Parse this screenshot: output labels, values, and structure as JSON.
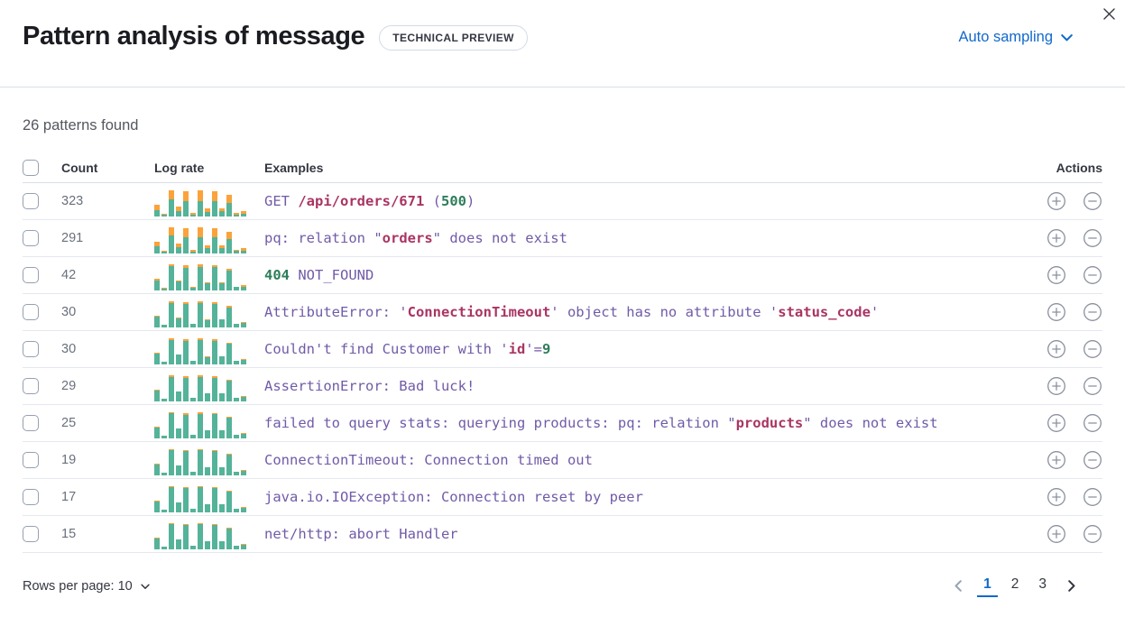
{
  "header": {
    "title": "Pattern analysis of message",
    "badge": "TECHNICAL PREVIEW",
    "sampling": "Auto sampling"
  },
  "summary": "26 patterns found",
  "table": {
    "columns": {
      "count": "Count",
      "log_rate": "Log rate",
      "examples": "Examples",
      "actions": "Actions"
    },
    "rows": [
      {
        "count": "323",
        "example": [
          [
            "GET ",
            "k"
          ],
          [
            "/api/orders/671",
            "v"
          ],
          [
            " (",
            "k"
          ],
          [
            "500",
            "n"
          ],
          [
            ")",
            "k"
          ]
        ],
        "spark": {
          "g": [
            7,
            2,
            19,
            6,
            17,
            2,
            17,
            5,
            17,
            6,
            15,
            2,
            3
          ],
          "o": [
            6,
            1,
            10,
            5,
            11,
            2,
            12,
            4,
            11,
            3,
            9,
            2,
            3
          ]
        }
      },
      {
        "count": "291",
        "example": [
          [
            "pq: relation \"",
            "k"
          ],
          [
            "orders",
            "v"
          ],
          [
            "\" does not exist",
            "k"
          ]
        ],
        "spark": {
          "g": [
            8,
            2,
            20,
            7,
            18,
            2,
            18,
            6,
            18,
            6,
            16,
            3,
            3
          ],
          "o": [
            5,
            1,
            9,
            4,
            10,
            2,
            11,
            3,
            10,
            3,
            8,
            1,
            3
          ]
        }
      },
      {
        "count": "42",
        "example": [
          [
            "404",
            "n"
          ],
          [
            " NOT_FOUND",
            "k"
          ]
        ],
        "spark": {
          "g": [
            11,
            2,
            27,
            10,
            25,
            3,
            26,
            8,
            26,
            8,
            22,
            4,
            4
          ],
          "o": [
            2,
            1,
            2,
            1,
            3,
            1,
            3,
            1,
            2,
            1,
            2,
            0,
            2
          ]
        }
      },
      {
        "count": "30",
        "example": [
          [
            "AttributeError: '",
            "k"
          ],
          [
            "ConnectionTimeout",
            "v"
          ],
          [
            "' object has no attribute '",
            "k"
          ],
          [
            "status_code",
            "v"
          ],
          [
            "'",
            "k"
          ]
        ],
        "spark": {
          "g": [
            12,
            3,
            27,
            10,
            26,
            4,
            27,
            8,
            26,
            9,
            22,
            4,
            5
          ],
          "o": [
            1,
            0,
            2,
            1,
            2,
            0,
            2,
            1,
            2,
            0,
            2,
            0,
            1
          ]
        }
      },
      {
        "count": "30",
        "example": [
          [
            "Couldn't find Customer with '",
            "k"
          ],
          [
            "id",
            "v"
          ],
          [
            "'=",
            "k"
          ],
          [
            "9",
            "n"
          ]
        ],
        "spark": {
          "g": [
            12,
            3,
            27,
            11,
            26,
            4,
            27,
            8,
            26,
            9,
            23,
            4,
            5
          ],
          "o": [
            1,
            0,
            2,
            0,
            2,
            0,
            2,
            1,
            2,
            0,
            1,
            0,
            1
          ]
        }
      },
      {
        "count": "29",
        "example": [
          [
            "AssertionError: Bad luck!",
            "k"
          ]
        ],
        "spark": {
          "g": [
            12,
            3,
            27,
            11,
            26,
            4,
            27,
            9,
            26,
            9,
            23,
            4,
            5
          ],
          "o": [
            1,
            0,
            2,
            0,
            2,
            0,
            2,
            0,
            2,
            0,
            1,
            0,
            1
          ]
        }
      },
      {
        "count": "25",
        "example": [
          [
            "failed to query stats: querying products: pq: relation \"",
            "k"
          ],
          [
            "products",
            "v"
          ],
          [
            "\" does not exist",
            "k"
          ]
        ],
        "spark": {
          "g": [
            12,
            3,
            28,
            11,
            26,
            4,
            27,
            9,
            27,
            9,
            23,
            4,
            5
          ],
          "o": [
            1,
            0,
            1,
            0,
            2,
            0,
            2,
            0,
            1,
            0,
            1,
            0,
            1
          ]
        }
      },
      {
        "count": "19",
        "example": [
          [
            "ConnectionTimeout: Connection timed out",
            "k"
          ]
        ],
        "spark": {
          "g": [
            12,
            3,
            28,
            11,
            27,
            4,
            28,
            9,
            27,
            9,
            23,
            4,
            5
          ],
          "o": [
            1,
            0,
            1,
            0,
            1,
            0,
            1,
            0,
            1,
            0,
            1,
            0,
            1
          ]
        }
      },
      {
        "count": "17",
        "example": [
          [
            "java.io.IOException: Connection reset by peer",
            "k"
          ]
        ],
        "spark": {
          "g": [
            12,
            3,
            28,
            11,
            27,
            4,
            28,
            9,
            27,
            9,
            23,
            4,
            5
          ],
          "o": [
            1,
            0,
            1,
            0,
            1,
            0,
            1,
            0,
            1,
            0,
            1,
            0,
            1
          ]
        }
      },
      {
        "count": "15",
        "example": [
          [
            "net/http: abort Handler",
            "k"
          ]
        ],
        "spark": {
          "g": [
            12,
            3,
            28,
            11,
            27,
            4,
            28,
            9,
            27,
            9,
            23,
            4,
            5
          ],
          "o": [
            1,
            0,
            1,
            0,
            1,
            0,
            1,
            0,
            1,
            0,
            1,
            0,
            1
          ]
        }
      }
    ]
  },
  "footer": {
    "rows_per_page": "Rows per page: 10",
    "pages": [
      "1",
      "2",
      "3"
    ],
    "active_page": "1"
  },
  "colors": {
    "link": "#1169cc",
    "bar_green": "#54b399",
    "bar_orange": "#fca23a",
    "token_purple": "#715ba8",
    "token_highlight": "#a93563",
    "token_number": "#2e7d5b"
  }
}
